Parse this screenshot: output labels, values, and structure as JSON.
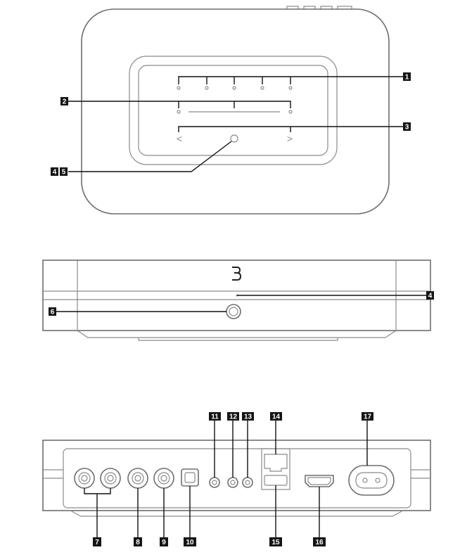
{
  "callouts": {
    "c1": "1",
    "c2": "2",
    "c3": "3",
    "c4a": "4",
    "c5": "5",
    "c4b": "4",
    "c6": "6",
    "c7": "7",
    "c8": "8",
    "c9": "9",
    "c10": "10",
    "c11": "11",
    "c12": "12",
    "c13": "13",
    "c14": "14",
    "c15": "15",
    "c16": "16",
    "c17": "17"
  },
  "front_view": {
    "prev_arrow": "<",
    "next_arrow": ">",
    "logo_icon": "bluesound-b-logo-icon"
  },
  "colors": {
    "outline": "#6e6e6e",
    "callout": "#151515"
  }
}
